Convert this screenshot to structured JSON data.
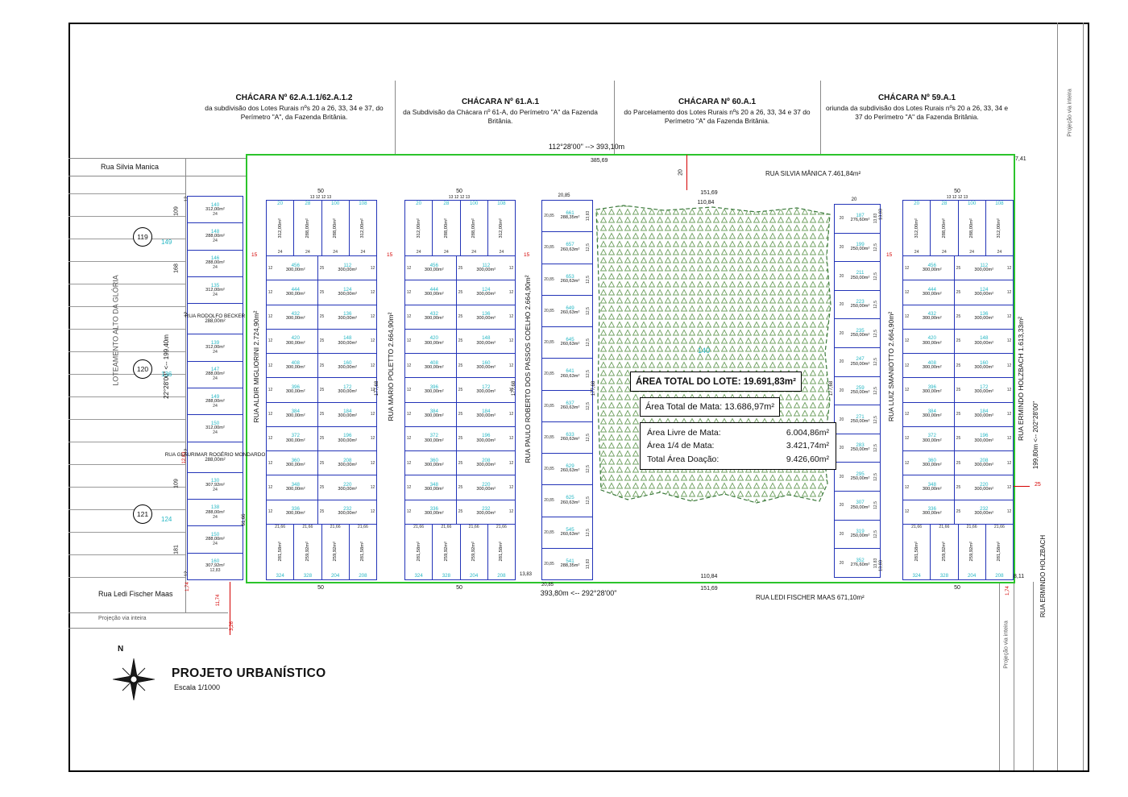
{
  "title_block": {
    "title": "PROJETO URBANÍSTICO",
    "scale": "Escala 1/1000",
    "north": "N"
  },
  "headers": [
    {
      "title": "CHÁCARA Nº 62.A.1.1/62.A.1.2",
      "desc": "da subdivisão dos Lotes Rurais nºs 20 a 26, 33, 34 e 37, do Perímetro \"A\", da Fazenda Britânia."
    },
    {
      "title": "CHÁCARA Nº 61.A.1",
      "desc": "da Subdivisão da Chácara nº 61-A, do Perímetro \"A\" da Fazenda Britânia."
    },
    {
      "title": "CHÁCARA Nº 60.A.1",
      "desc": "do Parcelamento dos Lotes Rurais nºs 20 a 26, 33, 34 e 37 do Perímetro \"A\" da Fazenda Britânia."
    },
    {
      "title": "CHÁCARA Nº 59.A.1",
      "desc": "oriunda da subdivisão dos Lotes Rurais nºs 20 a 26, 33, 34 e 37 do Perímetro \"A\" da Fazenda Britânia."
    }
  ],
  "annotations": {
    "rua_silvia_left": "Rua Silvia Manica",
    "rua_silvia_right": "RUA SILVIA MÂNICA    7.461,84m²",
    "top_bearing": "112°28'00\" --> 393,10m",
    "top_len": "385,69",
    "bottom_bearing": "393,80m <-- 292°28'00\"",
    "rua_ledi_right": "RUA LEDI FISCHER MAAS    671,10m²",
    "rua_ledi_left": "Rua Ledi Fischer Maas",
    "rua_aldir": "RUA ALDIR MIGLIORINI    2.724,90m²",
    "rua_mario": "RUA MARIO POLETTO    2.664,90m²",
    "rua_paulo": "RUA PAULO ROBERTO DOS PASSOS COELHO    2.664,90m²",
    "rua_luiz": "RUA LUIZ SMANIOTTO    2.664,90m²",
    "rua_ermindo": "RUA ERMINDO HOLZBACH    1.613,33m²",
    "rua_ermindo_out": "RUA ERMINDO HOLZBACH",
    "left_bearing": "22°28'00\" <-- 199,40m",
    "right_bearing": "199,80m <-- 202°28'00\"",
    "loteamento": "LOTEAMENTO ALTO DA GLÓRIA",
    "projecao": "Projeção via inteira",
    "d151": "151,69",
    "d110": "110,84",
    "d7_41": "7,41",
    "d8_11": "8,11",
    "d20": "20",
    "d25": "25",
    "d15": "15",
    "d50": "50",
    "d20_85": "20,85",
    "d13_83": "13,83",
    "d177": "177,68",
    "d61": "61,66",
    "d12_83": "12,83",
    "d1_74": "1,74",
    "d11_74": "11,74",
    "d3_26": "3,26",
    "d109": "109",
    "d168": "168",
    "d181": "181",
    "d12": "12",
    "top_dims": "13   12   12   13"
  },
  "parcels": [
    {
      "circle": "119",
      "num": "149"
    },
    {
      "circle": "120",
      "num": "136"
    },
    {
      "circle": "121",
      "num": "124"
    }
  ],
  "left_strip": {
    "groups": [
      {
        "lots": [
          {
            "n": "140",
            "a": "312,00m²",
            "d": "24"
          },
          {
            "n": "148",
            "a": "288,00m²",
            "d": "24"
          },
          {
            "n": "146",
            "a": "288,00m²",
            "d": "24"
          },
          {
            "n": "135",
            "a": "312,00m²",
            "d": "24"
          }
        ]
      },
      {
        "street": {
          "name": "RUA RODOLFO BECKER",
          "area": "288,00m²"
        }
      },
      {
        "lots": [
          {
            "n": "139",
            "a": "312,00m²",
            "d": "24"
          },
          {
            "n": "147",
            "a": "288,00m²",
            "d": "24"
          },
          {
            "n": "149",
            "a": "288,00m²",
            "d": "24"
          },
          {
            "n": "150",
            "a": "312,00m²",
            "d": "24"
          }
        ]
      },
      {
        "street": {
          "name": "RUA GLAURIMAR ROGÉRIO MONDARDO",
          "area": "288,00m²"
        }
      },
      {
        "lots": [
          {
            "n": "130",
            "a": "307,92m²",
            "d": "24"
          },
          {
            "n": "138",
            "a": "288,00m²",
            "d": "24"
          },
          {
            "n": "150",
            "a": "288,00m²",
            "d": "24"
          },
          {
            "n": "160",
            "a": "307,92m²",
            "d": "12,83"
          }
        ]
      }
    ]
  },
  "double_block": {
    "top_row": [
      {
        "n": "20",
        "a": "312,00m²",
        "d": "24"
      },
      {
        "n": "28",
        "a": "288,00m²",
        "d": "24"
      },
      {
        "n": "100",
        "a": "288,00m²",
        "d": "24"
      },
      {
        "n": "108",
        "a": "312,00m²",
        "d": "24"
      }
    ],
    "rows": [
      {
        "l": "456",
        "r": "112"
      },
      {
        "l": "444",
        "r": "124"
      },
      {
        "l": "432",
        "r": "136"
      },
      {
        "l": "420",
        "r": "148"
      },
      {
        "l": "408",
        "r": "160"
      },
      {
        "l": "396",
        "r": "172"
      },
      {
        "l": "384",
        "r": "184"
      },
      {
        "l": "372",
        "r": "196"
      },
      {
        "l": "360",
        "r": "208"
      },
      {
        "l": "348",
        "r": "220"
      },
      {
        "l": "336",
        "r": "232"
      }
    ],
    "row_area": "300,00m²",
    "side_dim": "12",
    "depth_dim": "25",
    "bottom_row": [
      {
        "n": "324",
        "a": "281,58m²",
        "d": "21,66"
      },
      {
        "n": "328",
        "a": "259,92m²",
        "d": "21,66"
      },
      {
        "n": "204",
        "a": "259,92m²",
        "d": "21,66"
      },
      {
        "n": "208",
        "a": "281,58m²",
        "d": "21,66"
      }
    ]
  },
  "block_c": {
    "cells": [
      {
        "n": "661",
        "a": "288,35m²",
        "w": "20,85",
        "h": "13,83"
      },
      {
        "n": "657",
        "a": "260,63m²",
        "w": "20,85",
        "h": "12,5"
      },
      {
        "n": "653",
        "a": "260,63m²",
        "w": "20,85",
        "h": "12,5"
      },
      {
        "n": "649",
        "a": "260,63m²",
        "w": "20,85",
        "h": "12,5"
      },
      {
        "n": "645",
        "a": "260,63m²",
        "w": "20,85",
        "h": "12,5"
      },
      {
        "n": "641",
        "a": "260,63m²",
        "w": "20,85",
        "h": "12,5"
      },
      {
        "n": "637",
        "a": "260,63m²",
        "w": "20,85",
        "h": "12,5"
      },
      {
        "n": "633",
        "a": "260,63m²",
        "w": "20,85",
        "h": "12,5"
      },
      {
        "n": "629",
        "a": "260,63m²",
        "w": "20,85",
        "h": "12,5"
      },
      {
        "n": "625",
        "a": "260,63m²",
        "w": "20,85",
        "h": "12,5"
      },
      {
        "n": "545",
        "a": "260,63m²",
        "w": "20,85",
        "h": "12,5"
      },
      {
        "n": "541",
        "a": "288,35m²",
        "w": "20,85",
        "h": "13,83"
      }
    ]
  },
  "block_d": {
    "cells": [
      {
        "n": "187",
        "a": "276,60m²",
        "w": "20",
        "h": "13,83"
      },
      {
        "n": "199",
        "a": "250,00m²",
        "w": "20",
        "h": "12,5"
      },
      {
        "n": "211",
        "a": "250,00m²",
        "w": "20",
        "h": "12,5"
      },
      {
        "n": "223",
        "a": "250,00m²",
        "w": "20",
        "h": "12,5"
      },
      {
        "n": "235",
        "a": "250,00m²",
        "w": "20",
        "h": "12,5"
      },
      {
        "n": "247",
        "a": "250,00m²",
        "w": "20",
        "h": "12,5"
      },
      {
        "n": "259",
        "a": "250,00m²",
        "w": "20",
        "h": "12,5"
      },
      {
        "n": "271",
        "a": "250,00m²",
        "w": "20",
        "h": "12,5"
      },
      {
        "n": "283",
        "a": "250,00m²",
        "w": "20",
        "h": "12,5"
      },
      {
        "n": "295",
        "a": "250,00m²",
        "w": "20",
        "h": "12,5"
      },
      {
        "n": "307",
        "a": "250,00m²",
        "w": "20",
        "h": "12,5"
      },
      {
        "n": "319",
        "a": "250,00m²",
        "w": "20",
        "h": "12,5"
      },
      {
        "n": "352",
        "a": "276,60m²",
        "w": "20",
        "h": "13,83"
      }
    ]
  },
  "mata": {
    "number": "140"
  },
  "info": {
    "total_lote_label": "ÁREA TOTAL DO LOTE:",
    "total_lote": "19.691,83m²",
    "total_mata_label": "Área Total de Mata:",
    "total_mata": "13.686,97m²",
    "rows": [
      {
        "label": "Área Livre de Mata:",
        "value": "6.004,86m²"
      },
      {
        "label": "Área 1/4 de Mata:",
        "value": "3.421,74m²"
      },
      {
        "label": "Total Área Doação:",
        "value": "9.426,60m²"
      }
    ]
  }
}
